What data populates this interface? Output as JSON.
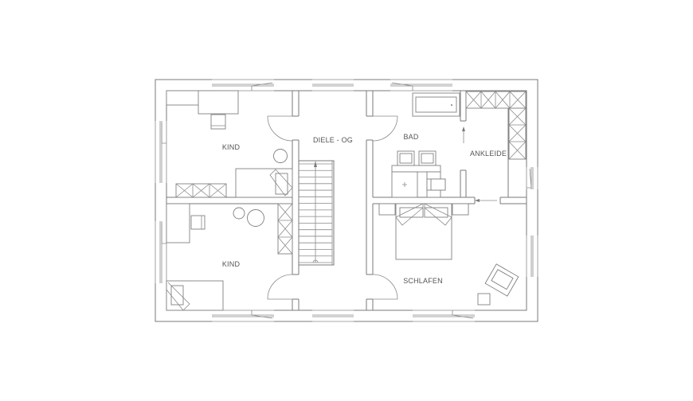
{
  "rooms": {
    "kind_top": "KIND",
    "kind_bottom": "KIND",
    "diele": "DIELE - OG",
    "bad": "BAD",
    "ankleide": "ANKLEIDE",
    "schlafen": "SCHLAFEN"
  },
  "colors": {
    "line": "#7a7a7a",
    "text": "#555555",
    "background": "#ffffff"
  }
}
